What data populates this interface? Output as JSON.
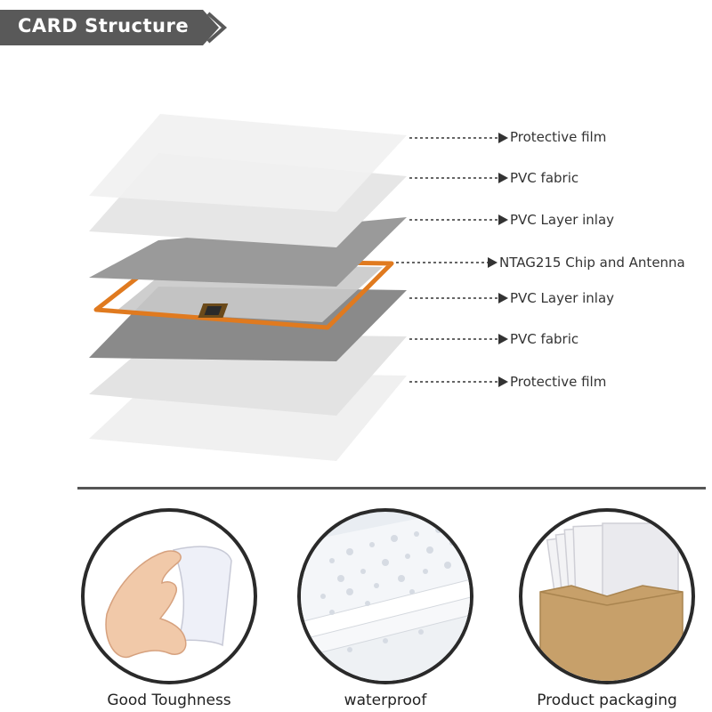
{
  "banner": {
    "title": "CARD Structure",
    "color": "#595959"
  },
  "layers": [
    {
      "label": "Protective film"
    },
    {
      "label": "PVC fabric"
    },
    {
      "label": "PVC Layer inlay"
    },
    {
      "label": "NTAG215 Chip and Antenna",
      "antenna_color": "#E07A1F"
    },
    {
      "label": "PVC Layer inlay"
    },
    {
      "label": "PVC fabric"
    },
    {
      "label": "Protective film"
    }
  ],
  "features": [
    {
      "caption": "Good Toughness",
      "icon": "hand-bending-card"
    },
    {
      "caption": "waterproof",
      "icon": "wet-cards"
    },
    {
      "caption": "Product packaging",
      "icon": "cards-in-kraft-envelope"
    }
  ]
}
